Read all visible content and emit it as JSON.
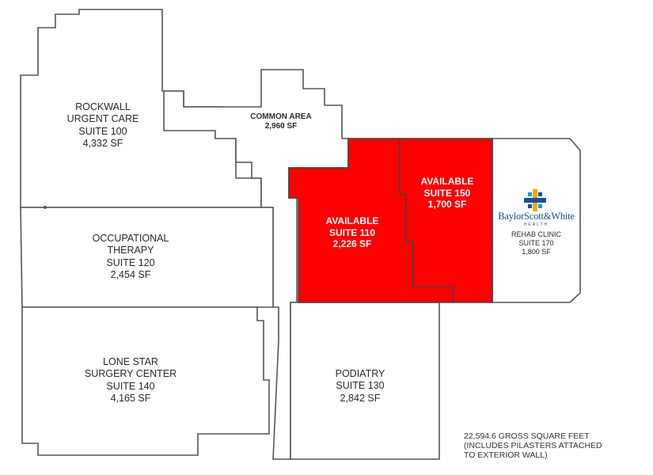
{
  "suites": {
    "s100": {
      "lines": [
        "ROCKWALL",
        "URGENT CARE",
        "SUITE 100",
        "4,332 SF"
      ]
    },
    "common": {
      "lines": [
        "COMMON AREA",
        "2,960 SF"
      ]
    },
    "s110": {
      "lines": [
        "AVAILABLE",
        "SUITE 110",
        "2,226 SF"
      ]
    },
    "s150": {
      "lines": [
        "AVAILABLE",
        "SUITE 150",
        "1,700 SF"
      ]
    },
    "s170": {
      "brand": "BaylorScott&White",
      "brand_sub": "HEALTH",
      "lines": [
        "REHAB CLINIC",
        "SUITE 170",
        "1,800 SF"
      ]
    },
    "s120": {
      "lines": [
        "OCCUPATIONAL",
        "THERAPY",
        "SUITE 120",
        "2,454 SF"
      ]
    },
    "s140": {
      "lines": [
        "LONE STAR",
        "SURGERY CENTER",
        "SUITE 140",
        "4,165 SF"
      ]
    },
    "s130": {
      "lines": [
        "PODIATRY",
        "SUITE 130",
        "2,842 SF"
      ]
    }
  },
  "note": [
    "22,594.6 GROSS SQUARE FEET",
    "(INCLUDES PILASTERS ATTACHED",
    "TO EXTERIOR WALL)"
  ],
  "colors": {
    "available": "#ff0000",
    "wall": "#555555",
    "brand": "#1a4f9c"
  },
  "icons": {
    "logo": "baylor-scott-white-cross-logo"
  }
}
